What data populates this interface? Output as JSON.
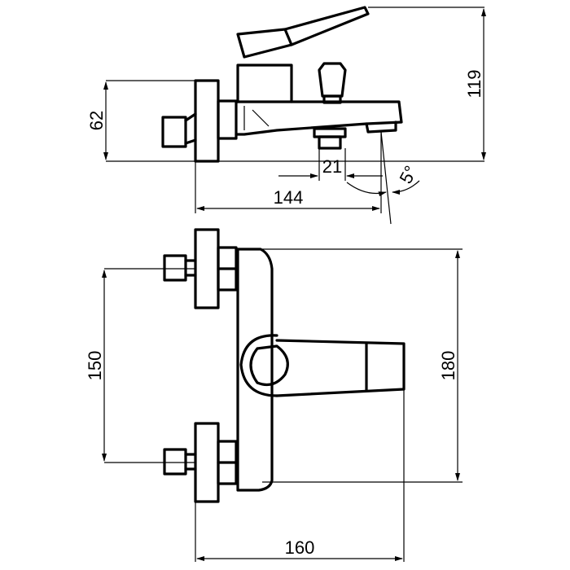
{
  "dimensions": {
    "top_view": {
      "height_total": "119",
      "height_inlet": "62",
      "spout_diameter": "21",
      "spout_reach": "144",
      "spout_angle": "5°"
    },
    "front_view": {
      "inlet_spacing": "150",
      "body_height": "180",
      "total_width": "160"
    }
  }
}
